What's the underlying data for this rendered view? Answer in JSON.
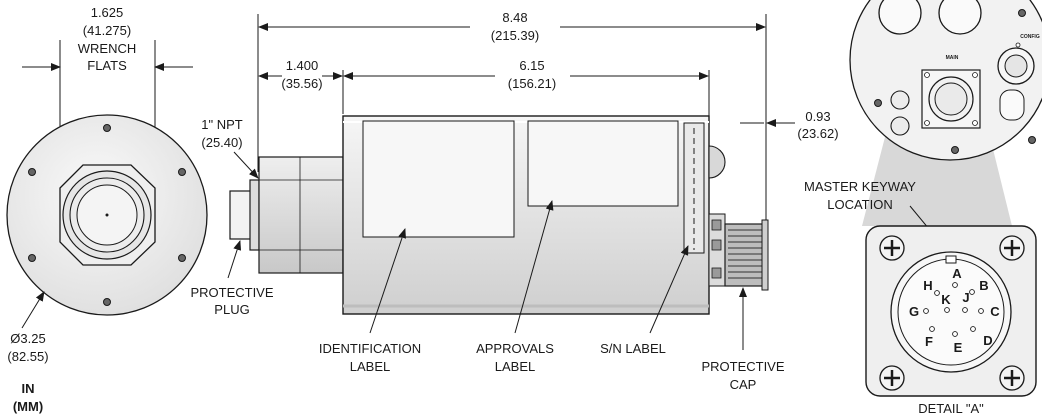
{
  "left_view": {
    "wrench_dim": "1.625",
    "wrench_dim_mm": "(41.275)",
    "wrench_label_1": "WRENCH",
    "wrench_label_2": "FLATS",
    "dia_dim": "Ø3.25",
    "dia_dim_mm": "(82.55)",
    "units_1": "IN",
    "units_2": "(MM)"
  },
  "side_view": {
    "overall_dim": "8.48",
    "overall_dim_mm": "(215.39)",
    "plug_dim": "1.400",
    "plug_dim_mm": "(35.56)",
    "body_dim": "6.15",
    "body_dim_mm": "(156.21)",
    "cap_dim": "0.93",
    "cap_dim_mm": "(23.62)",
    "npt_dim": "1\" NPT",
    "npt_dim_mm": "(25.40)",
    "plug_label_1": "PROTECTIVE",
    "plug_label_2": "PLUG",
    "id_label_1": "IDENTIFICATION",
    "id_label_2": "LABEL",
    "approvals_label_1": "APPROVALS",
    "approvals_label_2": "LABEL",
    "sn_label": "S/N LABEL",
    "cap_label_1": "PROTECTIVE",
    "cap_label_2": "CAP"
  },
  "end_view": {
    "main_label": "MAIN",
    "config_label": "CONFIG"
  },
  "detail": {
    "keyway_label_1": "MASTER KEYWAY",
    "keyway_label_2": "LOCATION",
    "title": "DETAIL \"A\"",
    "pins": [
      "A",
      "B",
      "C",
      "D",
      "E",
      "F",
      "G",
      "H",
      "J",
      "K"
    ]
  }
}
